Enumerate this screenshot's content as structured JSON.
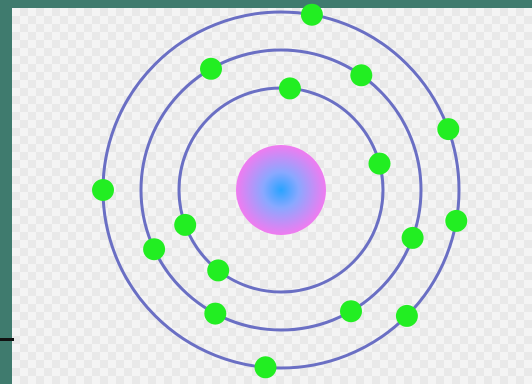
{
  "diagram": {
    "type": "bohr-atom-model",
    "nucleus": {
      "inner_color": "#2aa3ff",
      "outer_color": "#f07bf0"
    },
    "shells": [
      {
        "level": 1,
        "electron_count": 4
      },
      {
        "level": 2,
        "electron_count": 6
      },
      {
        "level": 3,
        "electron_count": 6
      }
    ],
    "total_electrons": 16,
    "colors": {
      "orbit": "#6a6fc4",
      "electron": "#22ee22",
      "frame": "#3f7b6e",
      "background": "#f4f4f4"
    }
  }
}
